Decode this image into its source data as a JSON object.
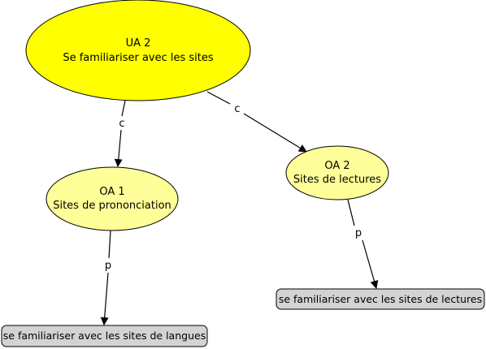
{
  "colors": {
    "main_concept_fill": "#ffff00",
    "sub_concept_fill": "#ffff99",
    "resource_fill": "#d3d3d3",
    "stroke": "#000000",
    "background": "#ffffff"
  },
  "concepts": {
    "ua2": {
      "line1": "UA 2",
      "line2": "Se familiariser avec les sites"
    },
    "oa1": {
      "line1": "OA 1",
      "line2": "Sites de prononciation"
    },
    "oa2": {
      "line1": "OA 2",
      "line2": "Sites de lectures"
    }
  },
  "resources": {
    "langues": "se familiariser avec les sites de langues",
    "lectures": "se familiariser avec les sites de lectures"
  },
  "links": {
    "ua2_to_oa1": "c",
    "ua2_to_oa2": "c",
    "oa1_to_res": "p",
    "oa2_to_res": "p"
  }
}
